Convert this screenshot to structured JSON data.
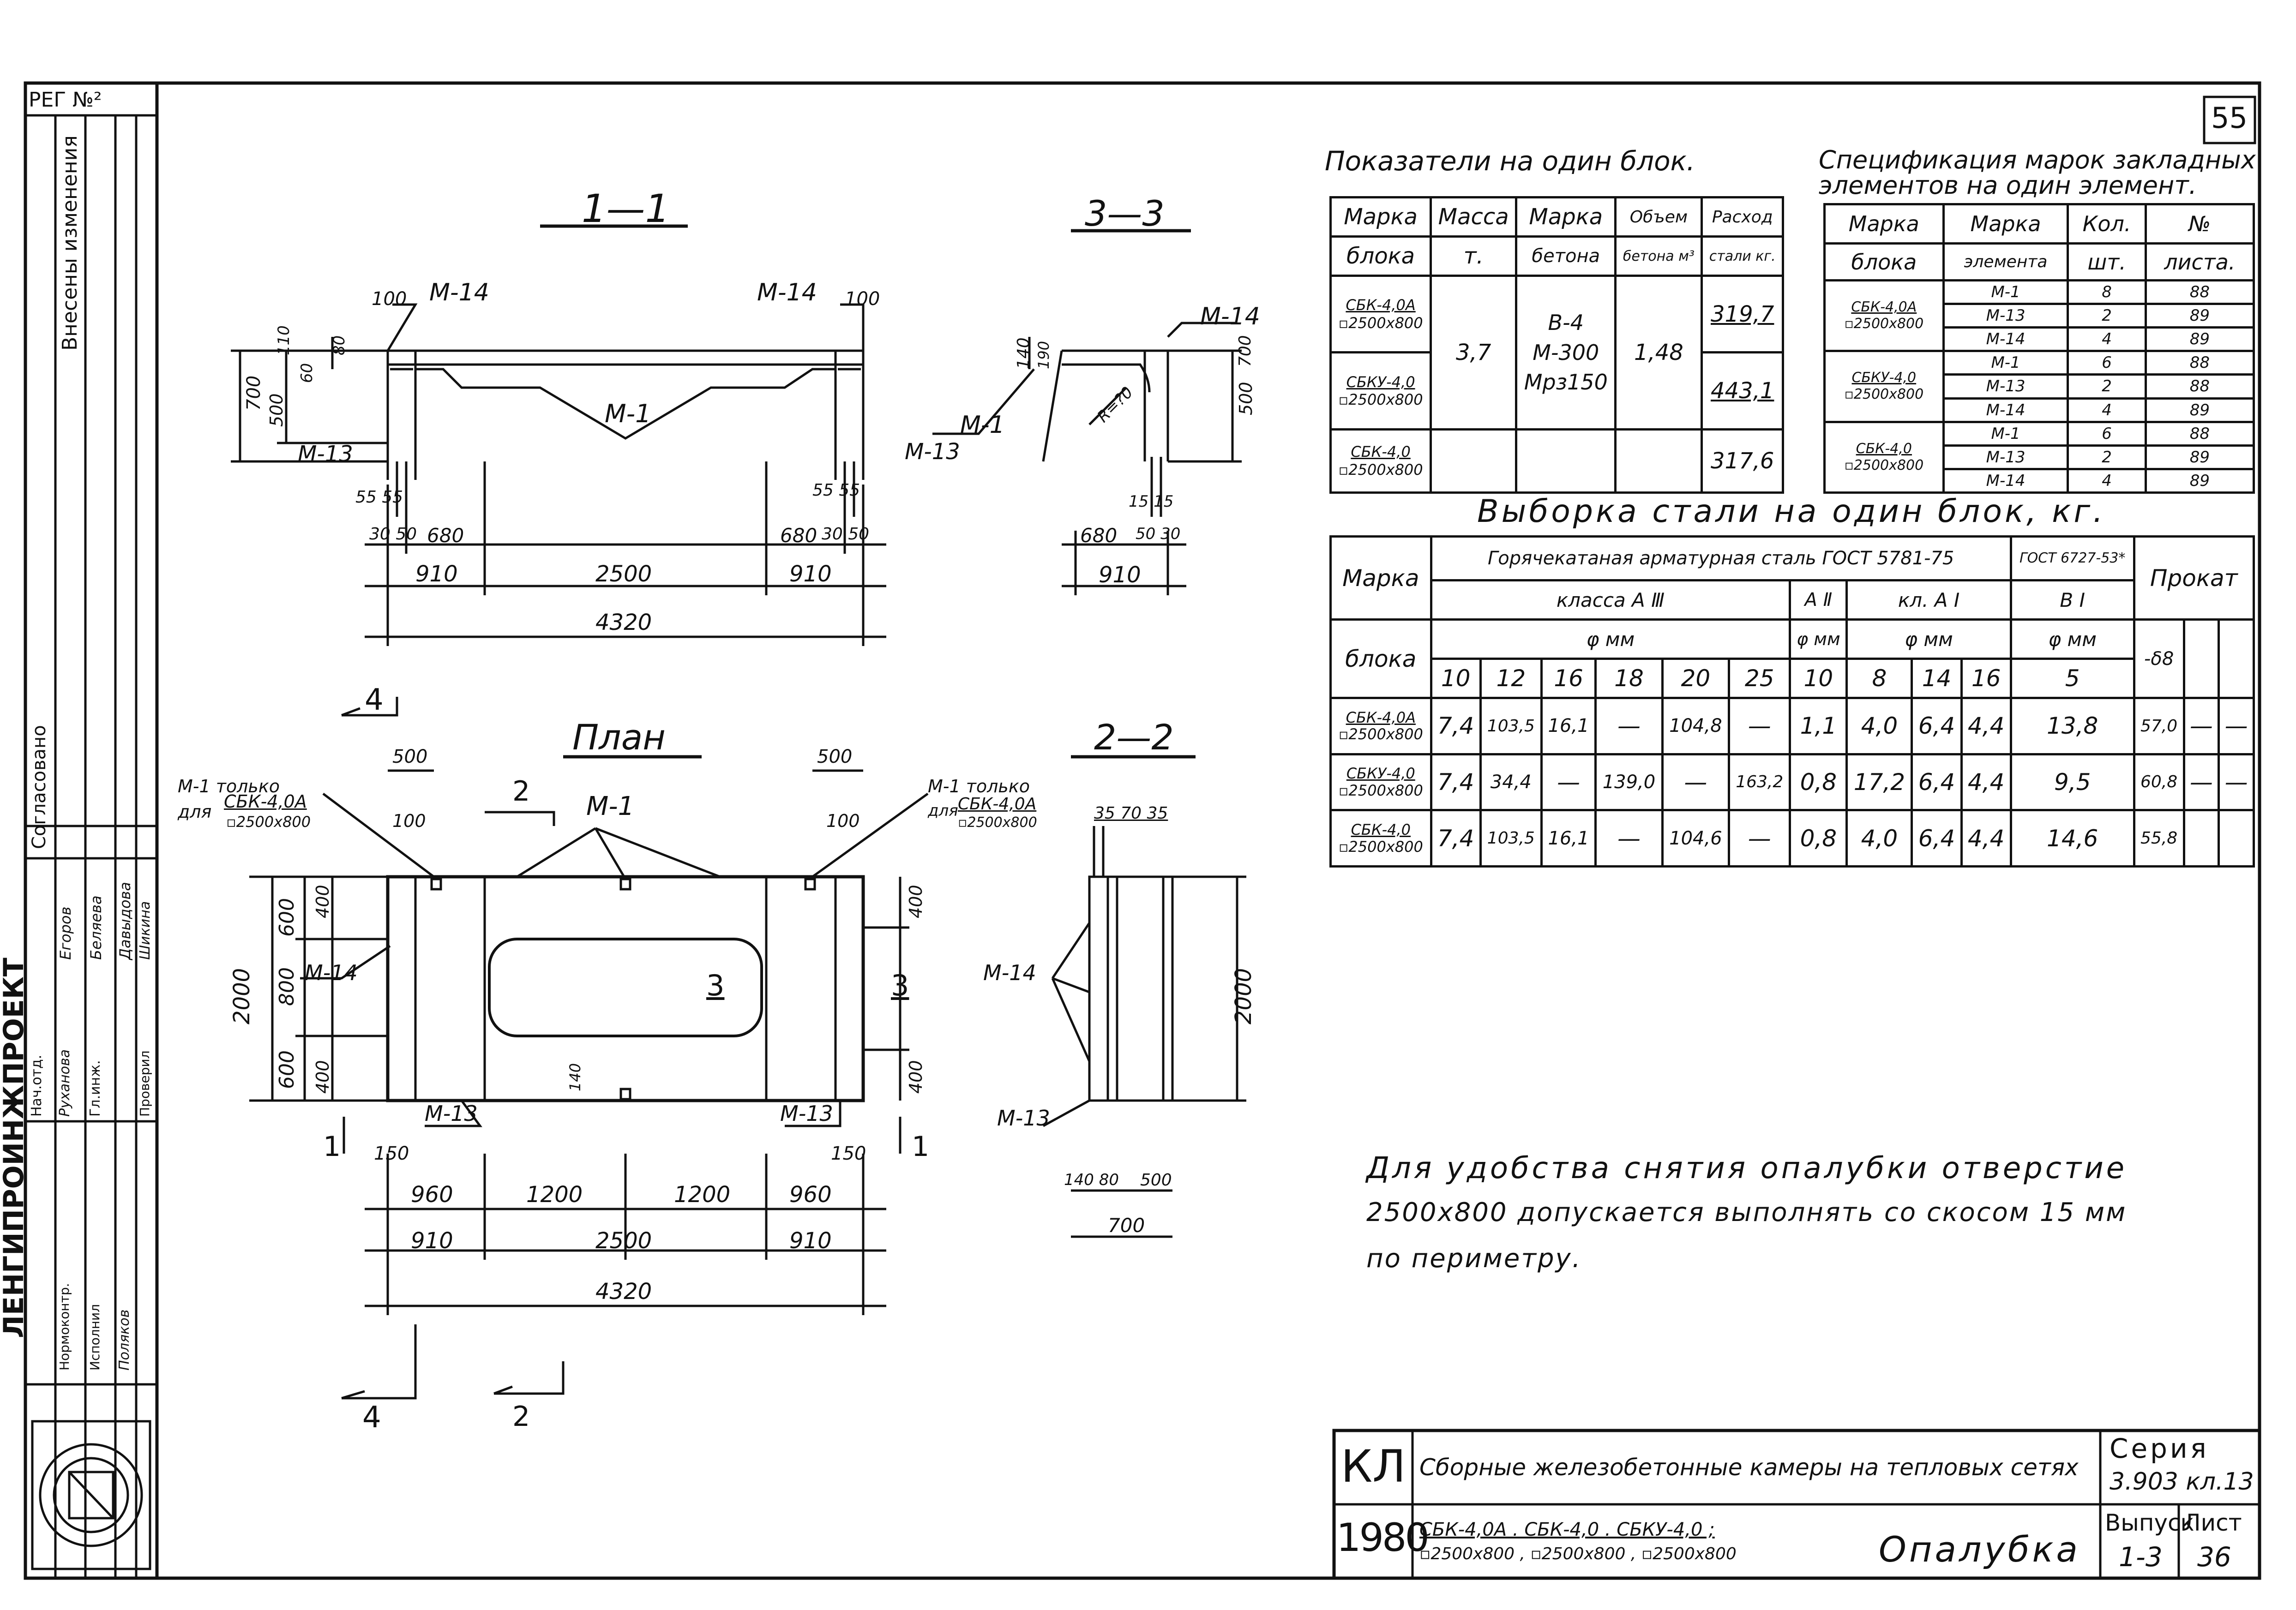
{
  "page_number": "55",
  "registration": "РЕГ №²",
  "section_labels": {
    "s11": "1—1",
    "s33": "3—3",
    "plan": "План",
    "s22": "2—2"
  },
  "marks": {
    "m1": "М-1",
    "m13": "М-13",
    "m14": "М-14",
    "r": "R=?0",
    "hole": "3"
  },
  "section_arrows": {
    "n4": "4",
    "n2": "2",
    "n1": "1",
    "n3": "3"
  },
  "dims_11": {
    "d100a": "100",
    "d100b": "100",
    "d110": "110",
    "d60": "60",
    "d80": "80",
    "d700": "700",
    "d500": "500",
    "d55a": "55 55",
    "d55b": "55 55",
    "d680a": "680",
    "d680b": "680",
    "d3050a": "30 50",
    "d3050b": "30 50",
    "d910a": "910",
    "d2500": "2500",
    "d910b": "910",
    "d4320": "4320"
  },
  "dims_33": {
    "d140": "140",
    "d190": "190",
    "d500": "500",
    "d700": "700",
    "d680": "680",
    "d910": "910",
    "d1515": "15 15",
    "d3050": "50 30"
  },
  "dims_plan": {
    "d500a": "500",
    "d500b": "500",
    "d100a": "100",
    "d100b": "100",
    "d600a": "600",
    "d800": "800",
    "d600b": "600",
    "d2000": "2000",
    "d400a": "400",
    "d400b": "400",
    "d400c": "400",
    "d400d": "400",
    "d150a": "150",
    "d150b": "150",
    "d140": "140",
    "d960a": "960",
    "d1200a": "1200",
    "d1200b": "1200",
    "d960b": "960",
    "d910a": "910",
    "d2500": "2500",
    "d910b": "910",
    "d4320": "4320"
  },
  "dims_22": {
    "d3570": "35 70 35",
    "d2000": "2000",
    "d14080": "140 80",
    "d500": "500",
    "d700": "700"
  },
  "notes_plan": {
    "m1_only": "М-1 только",
    "for": "для",
    "block_a": "СБК-4,0А",
    "size": "▫2500х800"
  },
  "indicators": {
    "heading": "Показатели на один блок.",
    "headers": [
      "Марка",
      "Масса",
      "Марка",
      "Объем",
      "Расход"
    ],
    "headers2": [
      "блока",
      "т.",
      "бетона",
      "бетона м³",
      "стали кг."
    ],
    "blocks": [
      {
        "name": "СБК-4,0А",
        "size": "▫2500х800",
        "steel": "319,7"
      },
      {
        "name": "СБКУ-4,0",
        "size": "▫2500х800",
        "steel": "443,1"
      },
      {
        "name": "СБК-4,0",
        "size": "▫2500х800",
        "steel": "317,6"
      }
    ],
    "mass": "3,7",
    "concrete": [
      "В-4",
      "М-300",
      "Мрз150"
    ],
    "volume": "1,48"
  },
  "spec": {
    "heading": "Спецификация марок закладных",
    "heading2": "элементов на один элемент.",
    "headers": [
      "Марка",
      "Марка",
      "Кол.",
      "№"
    ],
    "headers2": [
      "блока",
      "элемента",
      "шт.",
      "листа."
    ],
    "rows": [
      {
        "block": "СБК-4,0А",
        "size": "▫2500х800",
        "items": [
          [
            "М-1",
            "8",
            "88"
          ],
          [
            "М-13",
            "2",
            "89"
          ],
          [
            "М-14",
            "4",
            "89"
          ]
        ]
      },
      {
        "block": "СБКУ-4,0",
        "size": "▫2500х800",
        "items": [
          [
            "М-1",
            "6",
            "88"
          ],
          [
            "М-13",
            "2",
            "88"
          ],
          [
            "М-14",
            "4",
            "89"
          ]
        ]
      },
      {
        "block": "СБК-4,0",
        "size": "▫2500х800",
        "items": [
          [
            "М-1",
            "6",
            "88"
          ],
          [
            "М-13",
            "2",
            "89"
          ],
          [
            "М-14",
            "4",
            "89"
          ]
        ]
      }
    ]
  },
  "steel": {
    "heading": "Выборка стали на один блок, кг.",
    "col_block": "Марка",
    "col_block2": "блока",
    "hot_rolled": "Горячекатаная арматурная сталь ГОСТ 5781-75",
    "gost2": "ГОСТ 6727-53*",
    "prokat": "Прокат",
    "cls3": "класса А Ⅲ",
    "cls2": "А Ⅱ",
    "cls1": "кл. А Ⅰ",
    "cls_b": "В Ⅰ",
    "phi": "φ мм",
    "d8": "-δ8",
    "diams": [
      "10",
      "12",
      "16",
      "18",
      "20",
      "25",
      "10",
      "8",
      "14",
      "16",
      "5"
    ],
    "rows": [
      {
        "name": "СБК-4,0А",
        "size": "▫2500х800",
        "vals": [
          "7,4",
          "103,5",
          "16,1",
          "—",
          "104,8",
          "—",
          "1,1",
          "4,0",
          "6,4",
          "4,4",
          "13,8",
          "57,0",
          "—",
          "—"
        ]
      },
      {
        "name": "СБКУ-4,0",
        "size": "▫2500х800",
        "vals": [
          "7,4",
          "34,4",
          "—",
          "139,0",
          "—",
          "163,2",
          "0,8",
          "17,2",
          "6,4",
          "4,4",
          "9,5",
          "60,8",
          "—",
          "—"
        ]
      },
      {
        "name": "СБК-4,0",
        "size": "▫2500х800",
        "vals": [
          "7,4",
          "103,5",
          "16,1",
          "—",
          "104,6",
          "—",
          "0,8",
          "4,0",
          "6,4",
          "4,4",
          "14,6",
          "55,8",
          "",
          ""
        ]
      }
    ]
  },
  "note": {
    "line1": "Для удобства снятия опалубки отверстие",
    "line2": "2500х800 допускается выполнять со скосом 15 мм",
    "line3": "по периметру."
  },
  "title_block": {
    "kl": "КЛ",
    "year": "1980",
    "title": "Сборные железобетонные камеры на тепловых сетях",
    "seria_label": "Серия",
    "seria": "3.903 кл.13",
    "items": "СБК-4,0А . СБК-4,0 . СБКУ-4,0 ;",
    "sizes": "▫2500х800 , ▫2500х800 , ▫2500х800",
    "drawing_name": "Опалубка",
    "issue_label": "Выпуск",
    "issue": "1-3",
    "sheet_label": "Лист",
    "sheet": "36"
  },
  "side_stamp": {
    "org": "ЛЕНГИПРОИНЖПРОЕКТ",
    "changes": "Внесены изменения",
    "agreed": "Согласовано",
    "names": [
      "Егоров",
      "Беляева",
      "Давыдова",
      "Шикина",
      "Руханова",
      "Поляков"
    ],
    "roles": [
      "Нач.отд.",
      "Гл.инж.",
      "Проверил",
      "Исполнил",
      "Нормоконтр."
    ]
  }
}
